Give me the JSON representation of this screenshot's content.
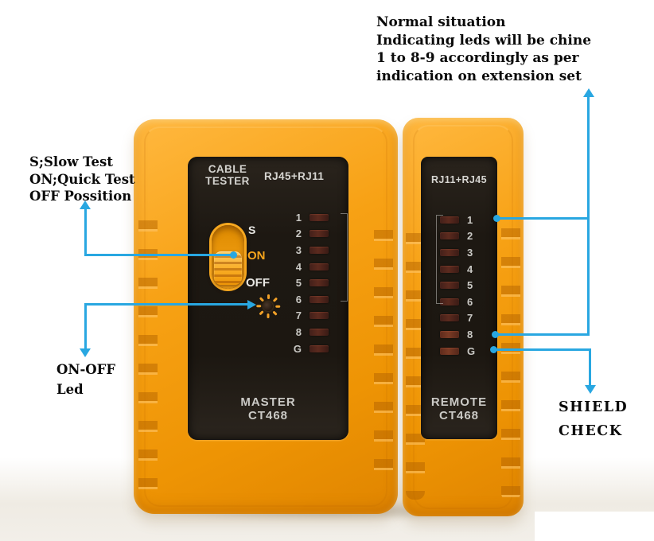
{
  "annotations": {
    "normal_situation": {
      "lines": [
        "Normal situation",
        "Indicating leds will be chine",
        "1 to 8-9 accordingly as per",
        "indication on extension set"
      ]
    },
    "switch_info": {
      "lines": [
        "S;Slow Test",
        "ON;Quick Test",
        "OFF Possition"
      ]
    },
    "onoff_led": {
      "lines": [
        "ON-OFF",
        "Led"
      ]
    },
    "shield_check": {
      "lines": [
        "SHIELD",
        "CHECK"
      ]
    }
  },
  "master": {
    "brand_line1": "CABLE",
    "brand_line2": "TESTER",
    "ports_label": "RJ45+RJ11",
    "switch_labels": [
      "S",
      "ON",
      "OFF"
    ],
    "led_labels": [
      "1",
      "2",
      "3",
      "4",
      "5",
      "6",
      "7",
      "8",
      "G"
    ],
    "model_line1": "MASTER",
    "model_line2": "CT468"
  },
  "remote": {
    "ports_label": "RJ11+RJ45",
    "led_labels": [
      "1",
      "2",
      "3",
      "4",
      "5",
      "6",
      "7",
      "8",
      "G"
    ],
    "model_line1": "REMOTE",
    "model_line2": "CT468"
  },
  "colors": {
    "pointer_blue": "#29a7e1",
    "device_orange": "#f7a114",
    "panel_black": "#1d1812",
    "led_dark_red": "#5c2a1e",
    "on_label_orange": "#f6a41c"
  }
}
